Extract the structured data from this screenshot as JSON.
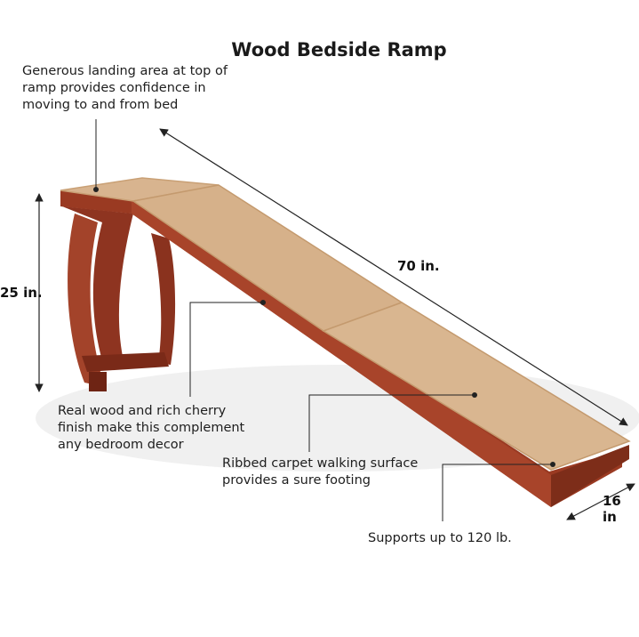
{
  "title": "Wood Bedside Ramp",
  "callouts": {
    "landing": "Generous landing area at top of ramp provides confidence in moving to and from bed",
    "wood": "Real wood and rich cherry finish make this complement any bedroom decor",
    "carpet": "Ribbed carpet walking surface provides a sure footing",
    "weight": "Supports up to 120 lb."
  },
  "dimensions": {
    "length": "70 in.",
    "height": "25 in.",
    "width": "16 in"
  },
  "colors": {
    "wood": "#9a3a22",
    "wood_dark": "#6e2414",
    "carpet": "#d8b48f",
    "carpet_edge": "#c9a075"
  }
}
